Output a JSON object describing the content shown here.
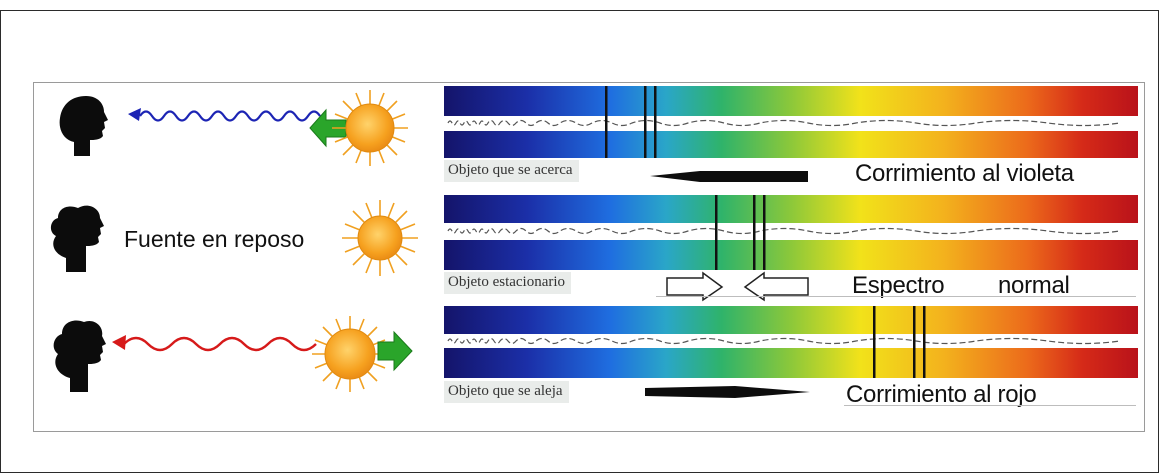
{
  "rows": [
    {
      "caption": "Objeto que se acerca",
      "shift_label": "Corrimiento al violeta",
      "motion": "toward-observer",
      "wave_color": "#1c24b4",
      "arrow_color": "#2bb02b"
    },
    {
      "caption": "Objeto estacionario",
      "shift_label_a": "Espectro",
      "shift_label_b": "normal",
      "motion": "at-rest"
    },
    {
      "caption": "Objeto que se aleja",
      "shift_label": "Corrimiento al rojo",
      "motion": "away-from-observer",
      "wave_color": "#d61a1a",
      "arrow_color": "#2bb02b"
    }
  ],
  "source_at_rest_label": "Fuente en reposo",
  "colors": {
    "spectrum_violet": "#1a1a7a",
    "spectrum_blue": "#1f5fd8",
    "spectrum_green": "#2bb36a",
    "spectrum_yellow": "#f2e21a",
    "spectrum_orange": "#f08a1a",
    "spectrum_red": "#c8141a",
    "sun": "#f5a623"
  }
}
